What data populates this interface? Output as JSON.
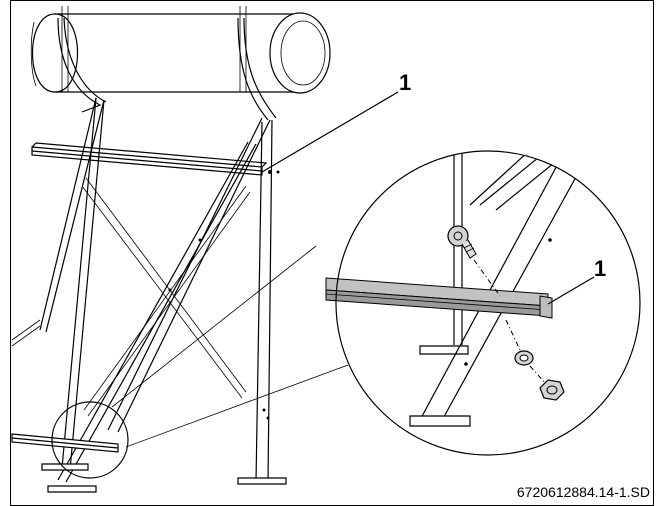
{
  "labels": {
    "callout_main": "1",
    "callout_detail": "1"
  },
  "caption": "6720612884.14-1.SD",
  "colors": {
    "line": "#000000",
    "rail": "#b9b9b9",
    "rail_dark": "#8d8d8d",
    "bolt": "#d0d0d0",
    "background": "#ffffff"
  }
}
